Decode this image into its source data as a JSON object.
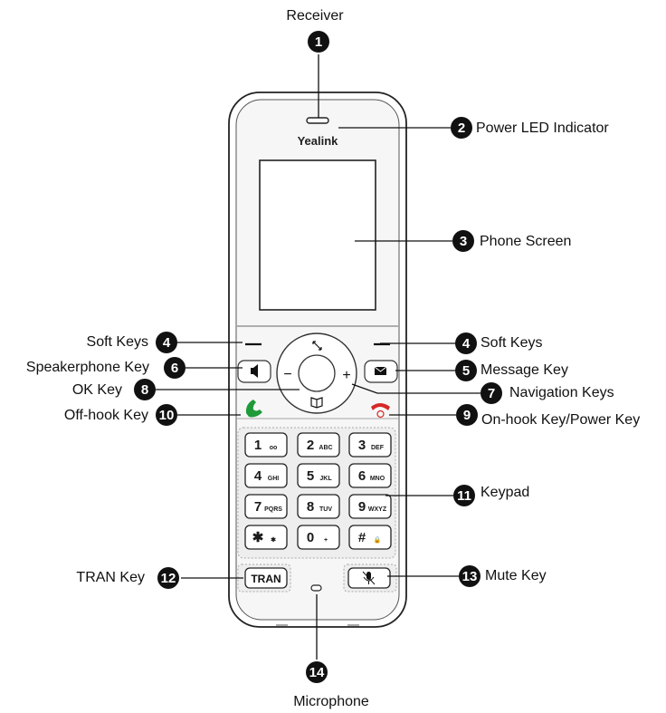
{
  "brand": "Yealink",
  "callouts": [
    {
      "number": "1",
      "label": "Receiver"
    },
    {
      "number": "2",
      "label": "Power LED Indicator"
    },
    {
      "number": "3",
      "label": "Phone Screen"
    },
    {
      "number": "4",
      "label": "Soft Keys"
    },
    {
      "number": "4",
      "label": "Soft Keys"
    },
    {
      "number": "6",
      "label": "Speakerphone Key"
    },
    {
      "number": "5",
      "label": "Message Key"
    },
    {
      "number": "8",
      "label": "OK Key"
    },
    {
      "number": "7",
      "label": "Navigation Keys"
    },
    {
      "number": "10",
      "label": "Off-hook Key"
    },
    {
      "number": "9",
      "label": "On-hook Key/Power Key"
    },
    {
      "number": "11",
      "label": "Keypad"
    },
    {
      "number": "12",
      "label": "TRAN Key"
    },
    {
      "number": "13",
      "label": "Mute Key"
    },
    {
      "number": "14",
      "label": "Microphone"
    }
  ],
  "keypad": [
    {
      "main": "1",
      "sub": "oo"
    },
    {
      "main": "2",
      "sub": "ABC"
    },
    {
      "main": "3",
      "sub": "DEF"
    },
    {
      "main": "4",
      "sub": "GHI"
    },
    {
      "main": "5",
      "sub": "JKL"
    },
    {
      "main": "6",
      "sub": "MNO"
    },
    {
      "main": "7",
      "sub": "PQRS"
    },
    {
      "main": "8",
      "sub": "TUV"
    },
    {
      "main": "9",
      "sub": "WXYZ"
    },
    {
      "main": "✱",
      "sub": "✱"
    },
    {
      "main": "0",
      "sub": "+"
    },
    {
      "main": "#",
      "sub": "🔒"
    }
  ],
  "tran_key": "TRAN",
  "nav": {
    "minus": "−",
    "plus": "+"
  },
  "colors": {
    "offhook": "#1f9a3a",
    "onhook": "#d62828",
    "badge": "#111111",
    "body_fill": "#f4f4f4",
    "key_fill": "#e9e9e9"
  }
}
